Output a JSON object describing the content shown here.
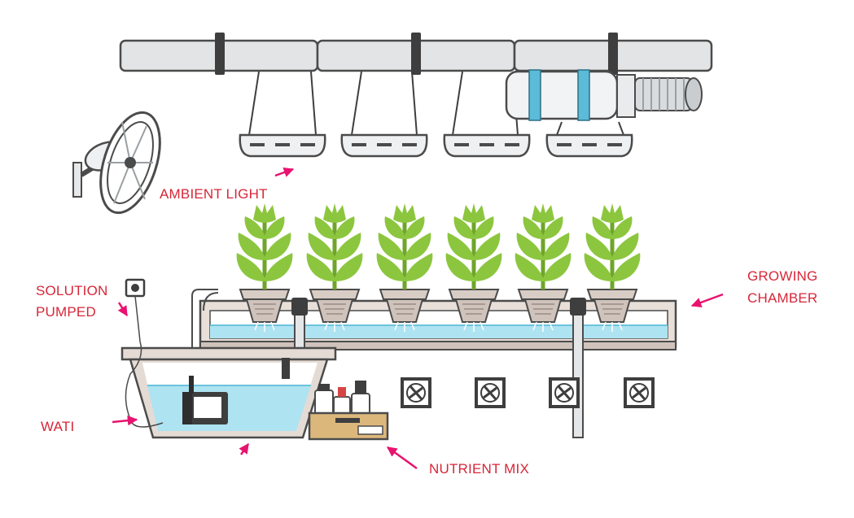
{
  "colors": {
    "label": "#d72638",
    "arrow": "#e8126f",
    "plant": "#8cc63f",
    "plant_dark": "#6fa52a",
    "water": "#aee3f2",
    "water_dark": "#6cc3de",
    "tank_light": "#e4dbd5",
    "tank_mid": "#cfc3bb",
    "strap": "#5bbbd8",
    "rail": "#e2e4e5",
    "outline": "#4b4b4b",
    "nutrient_box": "#dcb77c"
  },
  "icons": [
    "fan-icon",
    "grow-light-icon",
    "exhaust-duct-icon",
    "pump-icon",
    "power-outlet-icon",
    "nutrient-bottle-icon",
    "vent-fan-icon"
  ],
  "labels": {
    "ambient_light": "AMBIENT LIGHT",
    "solution_pumped_1": "SOLUTION",
    "solution_pumped_2": "PUMPED",
    "growing_chamber_1": "GROWING",
    "growing_chamber_2": "CHAMBER",
    "water": "WATI",
    "nutrient_mix": "NUTRIENT MIX"
  }
}
